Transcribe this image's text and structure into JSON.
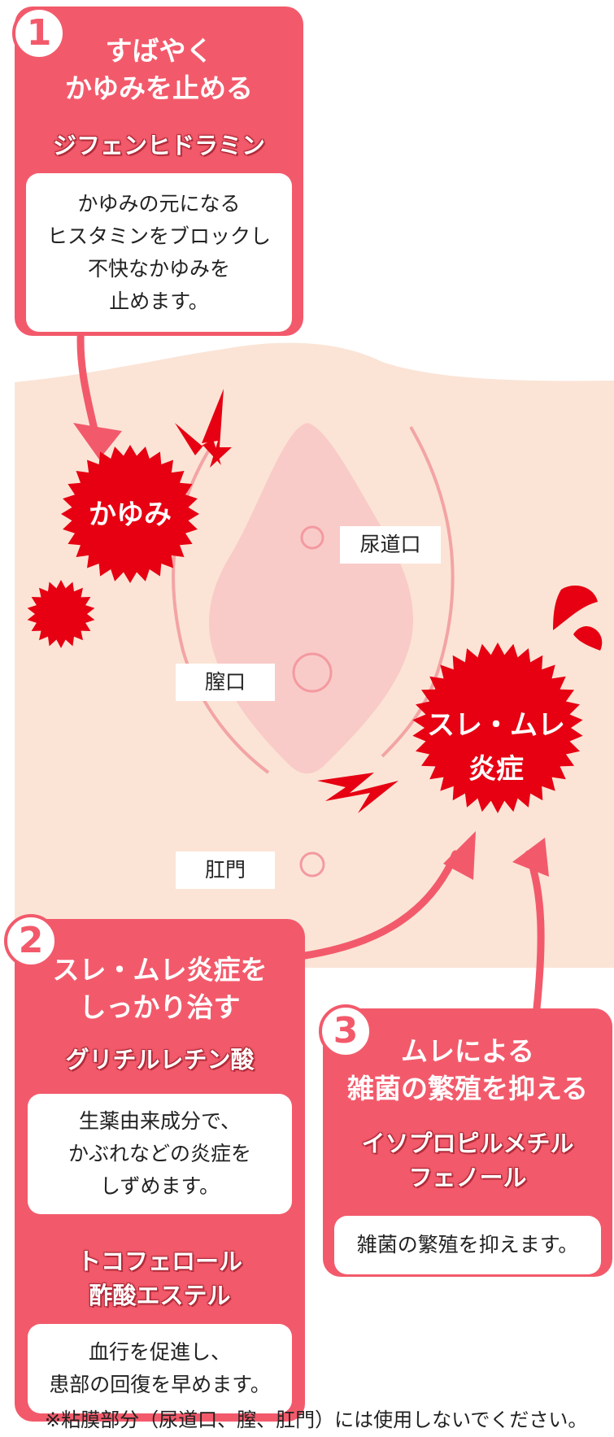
{
  "colors": {
    "card": "#f25a6b",
    "burst": "#e60012",
    "skin": "#fbe4d6",
    "mucosa": "#f9cbc8",
    "white": "#ffffff"
  },
  "card1": {
    "number": "1",
    "heading": "すばやく\nかゆみを止める",
    "ingredient": "ジフェンヒドラミン",
    "description": "かゆみの元になる\nヒスタミンをブロックし\n不快なかゆみを\n止めます。"
  },
  "card2": {
    "number": "2",
    "heading": "スレ・ムレ炎症を\nしっかり治す",
    "ingredient1": "グリチルレチン酸",
    "description1": "生薬由来成分で、\nかぶれなどの炎症を\nしずめます。",
    "ingredient2": "トコフェロール\n酢酸エステル",
    "description2": "血行を促進し、\n患部の回復を早めます。"
  },
  "card3": {
    "number": "3",
    "heading": "ムレによる\n雑菌の繁殖を抑える",
    "ingredient": "イソプロピルメチル\nフェノール",
    "description": "雑菌の繁殖を抑えます。"
  },
  "diagram": {
    "itch_label": "かゆみ",
    "inflammation_label": "スレ・ムレ\n炎症",
    "urethra_label": "尿道口",
    "vagina_label": "膣口",
    "anus_label": "肛門"
  },
  "footnote": "※粘膜部分（尿道口、膣、肛門）には使用しないでください。"
}
